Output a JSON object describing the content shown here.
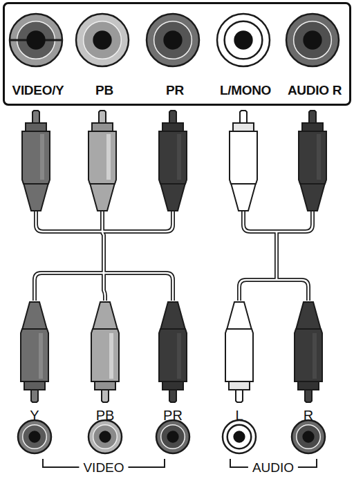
{
  "diagram": {
    "nodes": [
      {
        "text": [
          "VIDEO/Y",
          "PB",
          "PR",
          "L/MONO",
          "AUDIO R"
        ]
      }
    ],
    "labels": [
      "Y",
      "PB",
      "PR",
      "L",
      "R",
      "VIDEO",
      "AUDIO"
    ]
  }
}
